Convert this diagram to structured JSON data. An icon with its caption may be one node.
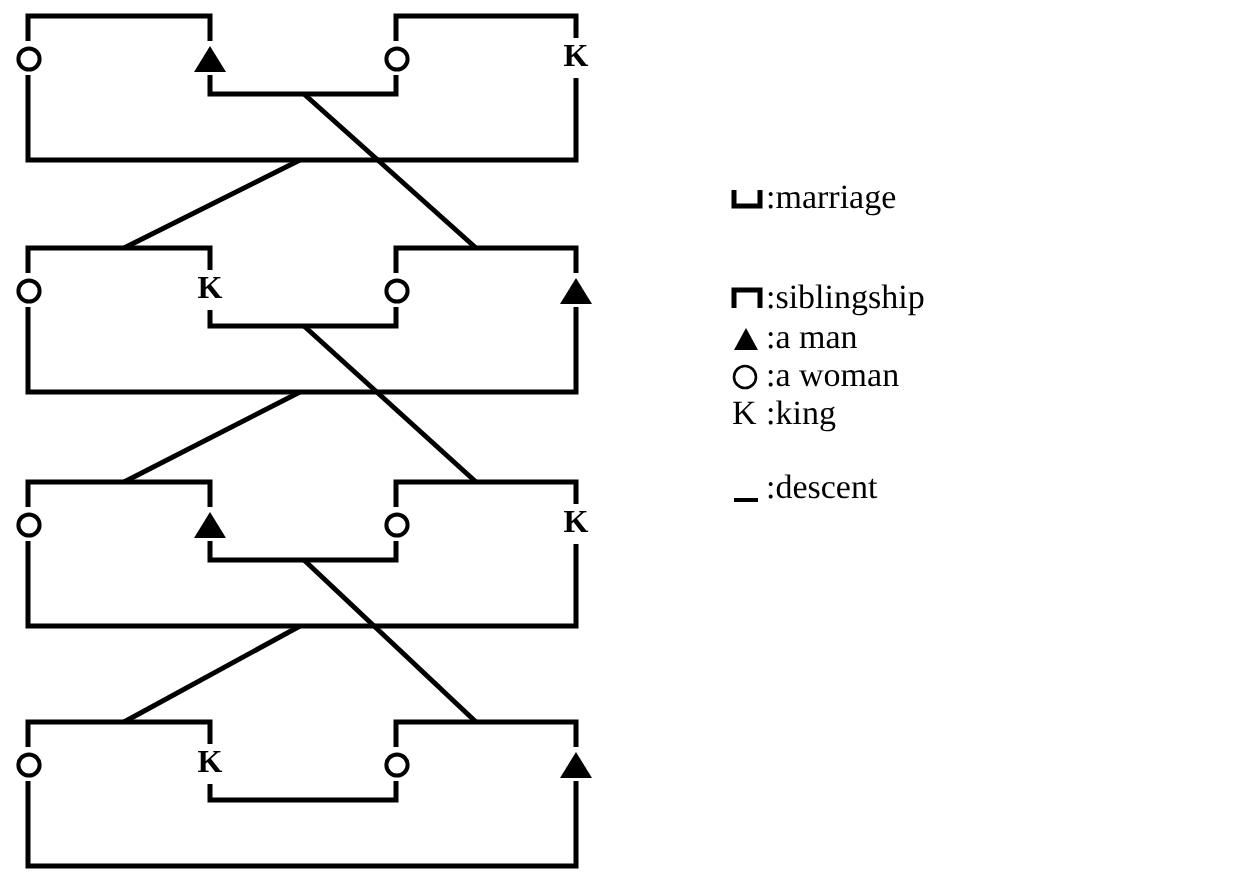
{
  "diagram": {
    "nodes": [
      {
        "text": [],
        "shape": "circle"
      },
      {
        "text": [],
        "shape": "triangle"
      },
      {
        "text": [],
        "shape": "circle"
      },
      {
        "text": [
          "K"
        ]
      },
      {
        "text": [],
        "shape": "circle"
      },
      {
        "text": [
          "K"
        ]
      },
      {
        "text": [],
        "shape": "circle"
      },
      {
        "text": [],
        "shape": "triangle"
      },
      {
        "text": [],
        "shape": "circle"
      },
      {
        "text": [],
        "shape": "triangle"
      },
      {
        "text": [],
        "shape": "circle"
      },
      {
        "text": [
          "K"
        ]
      },
      {
        "text": [],
        "shape": "circle"
      },
      {
        "text": [
          "K"
        ]
      },
      {
        "text": [],
        "shape": "circle"
      },
      {
        "text": [],
        "shape": "triangle"
      }
    ],
    "edges": [
      {
        "from": 0,
        "to": 1,
        "arrow": "none"
      },
      {
        "from": 2,
        "to": 3,
        "arrow": "none"
      },
      {
        "from": 1,
        "to": 2,
        "arrow": "none"
      },
      {
        "from": 0,
        "to": 3,
        "arrow": "none"
      },
      {
        "from": 4,
        "to": 5,
        "arrow": "none"
      },
      {
        "from": 6,
        "to": 7,
        "arrow": "none"
      },
      {
        "from": 5,
        "to": 6,
        "arrow": "none"
      },
      {
        "from": 4,
        "to": 7,
        "arrow": "none"
      },
      {
        "from": 8,
        "to": 9,
        "arrow": "none"
      },
      {
        "from": 10,
        "to": 11,
        "arrow": "none"
      },
      {
        "from": 9,
        "to": 10,
        "arrow": "none"
      },
      {
        "from": 8,
        "to": 11,
        "arrow": "none"
      },
      {
        "from": 12,
        "to": 13,
        "arrow": "none"
      },
      {
        "from": 14,
        "to": 15,
        "arrow": "none"
      },
      {
        "from": 13,
        "to": 14,
        "arrow": "none"
      },
      {
        "from": 12,
        "to": 15,
        "arrow": "none"
      }
    ],
    "labels": [
      "K"
    ],
    "legend": [
      {
        "text": ":marriage"
      },
      {
        "text": ":siblingship"
      },
      {
        "text": ":a man"
      },
      {
        "text": ":a woman"
      },
      {
        "text": ":king"
      },
      {
        "text": ":descent"
      }
    ]
  }
}
